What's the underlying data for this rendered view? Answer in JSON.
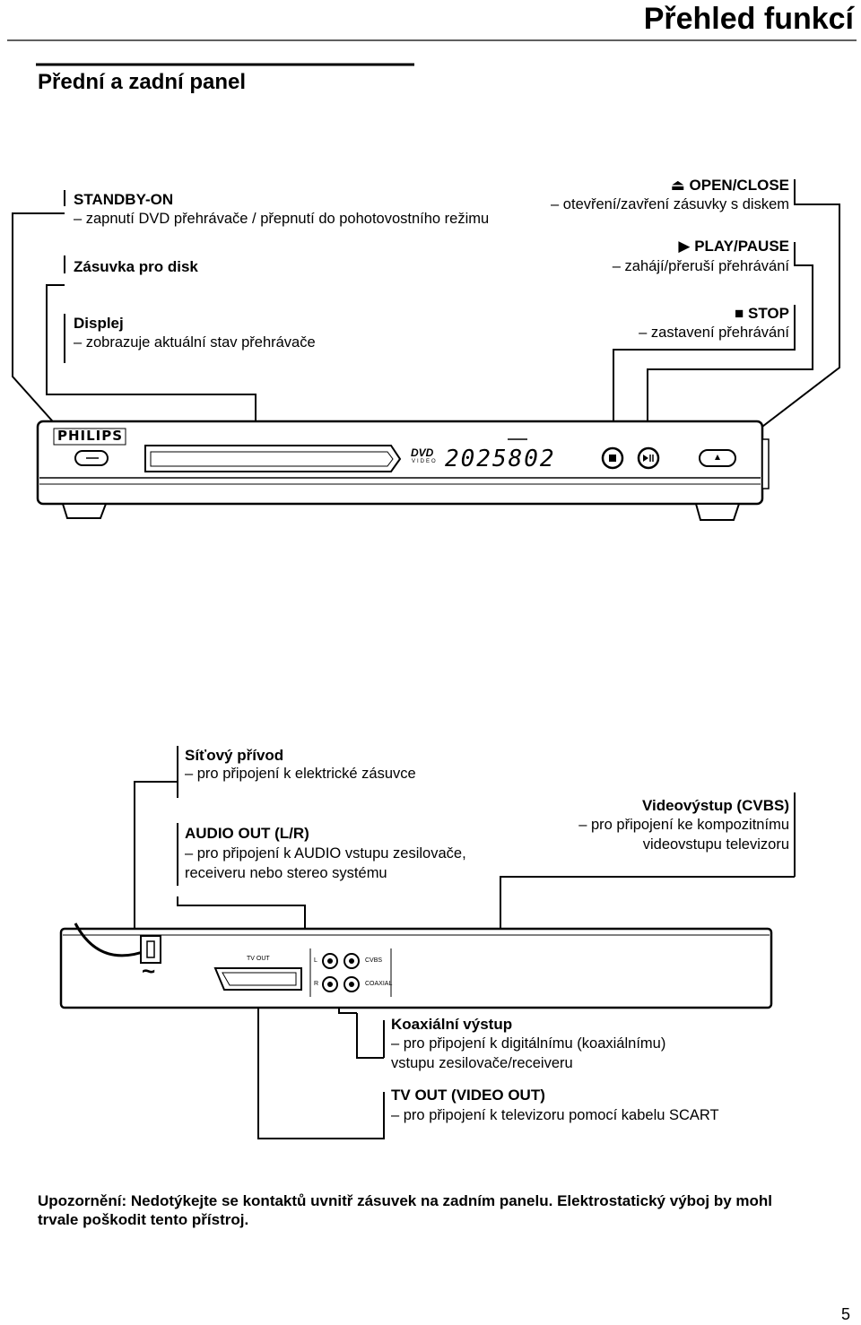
{
  "header": {
    "page_title": "Přehled funkcí",
    "section_title": "Přední a zadní panel"
  },
  "front_labels": {
    "standby_title": "STANDBY-ON",
    "standby_desc": "– zapnutí DVD přehrávače / přepnutí do pohotovostního režimu",
    "disc_tray": "Zásuvka pro disk",
    "display_title": "Displej",
    "display_desc": "– zobrazuje aktuální stav přehrávače",
    "open_close_title": "OPEN/CLOSE",
    "open_close_desc": "– otevření/zavření zásuvky s diskem",
    "play_pause_title": "PLAY/PAUSE",
    "play_pause_desc": "– zahájí/přeruší přehrávání",
    "stop_title": "STOP",
    "stop_desc": "– zastavení přehrávání"
  },
  "front_device": {
    "brand": "PHILIPS",
    "dvd_logo": "DVD",
    "dvd_logo_sub": "VIDEO",
    "display_digits": "2025802"
  },
  "rear_labels": {
    "power_title": "Síťový přívod",
    "power_desc": "– pro připojení k elektrické zásuvce",
    "audio_title": "AUDIO OUT (L/R)",
    "audio_desc1": "– pro připojení k AUDIO vstupu zesilovače,",
    "audio_desc2": "receiveru nebo stereo systému",
    "video_title": "Videovýstup (CVBS)",
    "video_desc1": "– pro připojení ke kompozitnímu",
    "video_desc2": "videovstupu televizoru",
    "coax_title": "Koaxiální výstup",
    "coax_desc1": "– pro připojení k digitálnímu (koaxiálnímu)",
    "coax_desc2": "vstupu zesilovače/receiveru",
    "tvout_title": "TV OUT (VIDEO OUT)",
    "tvout_desc": "– pro připojení k televizoru pomocí kabelu SCART"
  },
  "rear_device": {
    "tv_out": "TV OUT",
    "jack_l": "L",
    "jack_r": "R",
    "cvbs": "CVBS",
    "coaxial": "COAXIAL",
    "ac_symbol": "~"
  },
  "warning": {
    "line1": "Upozornění: Nedotýkejte se kontaktů uvnitř zásuvek na zadním panelu. Elektrostatický výboj by mohl",
    "line2": "trvale poškodit tento přístroj."
  },
  "footer": {
    "page_number": "5"
  }
}
